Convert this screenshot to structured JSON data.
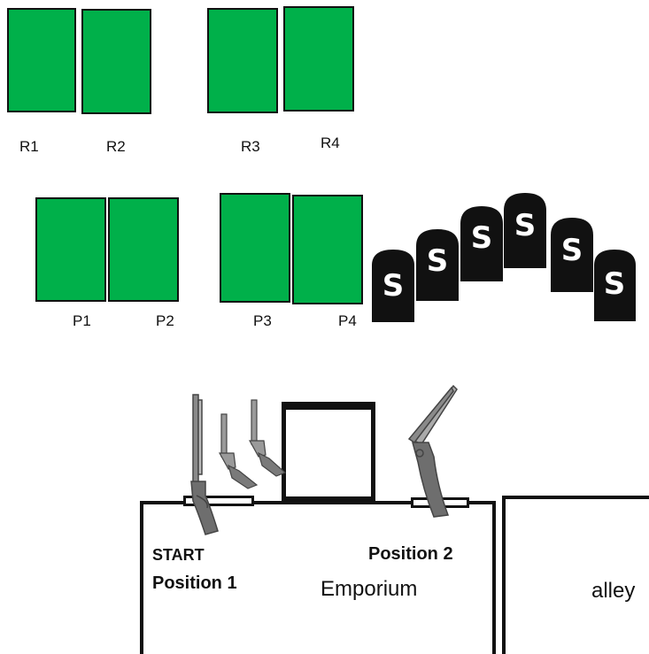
{
  "colors": {
    "target": "#00b04a",
    "stroke": "#111111",
    "gun": "#555555"
  },
  "targets": {
    "r": [
      "R1",
      "R2",
      "R3",
      "R4"
    ],
    "p": [
      "P1",
      "P2",
      "P3",
      "P4"
    ]
  },
  "steel": {
    "letter": "S",
    "count": 6
  },
  "stage": {
    "start_label": "START",
    "position1_label": "Position 1",
    "position2_label": "Position 2",
    "building_label": "Emporium",
    "alley_label": "alley"
  },
  "icons": [
    "rifle-icon",
    "revolver-icon",
    "shotgun-icon"
  ]
}
